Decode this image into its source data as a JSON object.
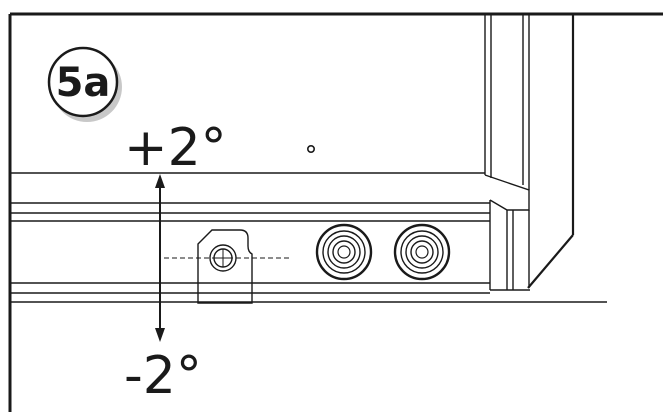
{
  "step_badge": "5a",
  "angle_top": "+2°",
  "angle_bottom": "-2°",
  "colors": {
    "line": "#1a1a1a",
    "badge_fill": "#ffffff",
    "badge_shadow": "#9a9a9a",
    "background": "#ffffff"
  }
}
